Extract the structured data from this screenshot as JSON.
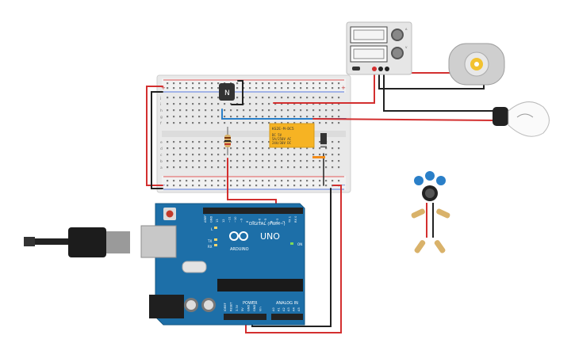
{
  "arduino": {
    "brand": "ARDUINO",
    "model": "UNO",
    "digital_header": "DIGITAL (PWM~)",
    "power_header": "POWER",
    "analog_header": "ANALOG IN",
    "led_l": "L",
    "led_tx": "TX",
    "led_rx": "RX",
    "led_on": "ON",
    "power_pins": [
      "IOREF",
      "RESET",
      "3.3V",
      "5V",
      "GND",
      "GND",
      "Vin"
    ],
    "analog_pins": [
      "A0",
      "A1",
      "A2",
      "A3",
      "A4",
      "A5"
    ],
    "digital_pins_top": [
      "AREF",
      "GND",
      "13",
      "12",
      "~11",
      "~10",
      "~9",
      "8",
      "7",
      "~6",
      "~5",
      "4",
      "~3",
      "2",
      "TX 1",
      "RX 0"
    ]
  },
  "relay": {
    "model": "KS2E-M-DC5",
    "line1": "DC 5V",
    "line2": "5A/250V AC",
    "line3": "24A/30V DC"
  },
  "transistor": {
    "label": "N"
  },
  "breadboard": {
    "row_letters_top": [
      "j",
      "i",
      "h",
      "g",
      "f"
    ],
    "row_letters_bottom": [
      "e",
      "d",
      "c",
      "b",
      "a"
    ],
    "plus": "+",
    "minus": "−"
  },
  "power_supply": {
    "knob_label_1": "A",
    "knob_label_2": "V"
  },
  "colors": {
    "board_blue": "#1d6fa8",
    "wire_red": "#d32f2f",
    "wire_black": "#222222",
    "wire_blue": "#2a7fc8",
    "relay_yellow": "#f6b323"
  }
}
